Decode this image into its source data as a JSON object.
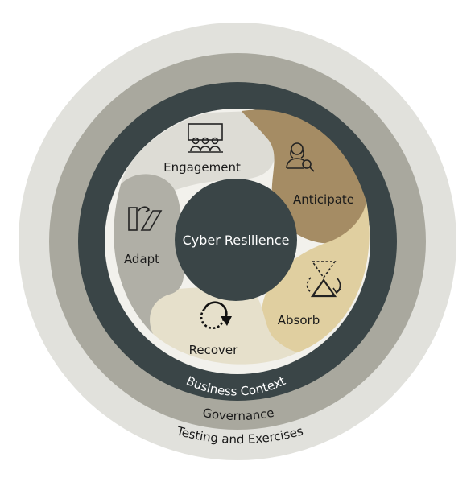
{
  "center": {
    "label": "Cyber Resilience"
  },
  "segments": [
    {
      "id": "engagement",
      "label": "Engagement",
      "icon": "audience-presentation-icon"
    },
    {
      "id": "anticipate",
      "label": "Anticipate",
      "icon": "person-search-icon"
    },
    {
      "id": "absorb",
      "label": "Absorb",
      "icon": "impact-absorb-icon"
    },
    {
      "id": "recover",
      "label": "Recover",
      "icon": "circular-arrow-icon"
    },
    {
      "id": "adapt",
      "label": "Adapt",
      "icon": "adapt-shapes-icon"
    }
  ],
  "rings": [
    {
      "id": "business-context",
      "label": "Business Context"
    },
    {
      "id": "governance",
      "label": "Governance"
    },
    {
      "id": "testing",
      "label": "Testing and Exercises"
    }
  ],
  "colors": {
    "outer_ring": "#e1e1dc",
    "middle_ring": "#a9a89e",
    "inner_ring": "#3a4547",
    "inner_fill": "#f2f1ec",
    "engagement": "#dddcd5",
    "anticipate": "#a58c64",
    "absorb": "#e0cfa0",
    "recover": "#e6e0cb",
    "adapt": "#b0afa6",
    "center": "#3a4547"
  }
}
